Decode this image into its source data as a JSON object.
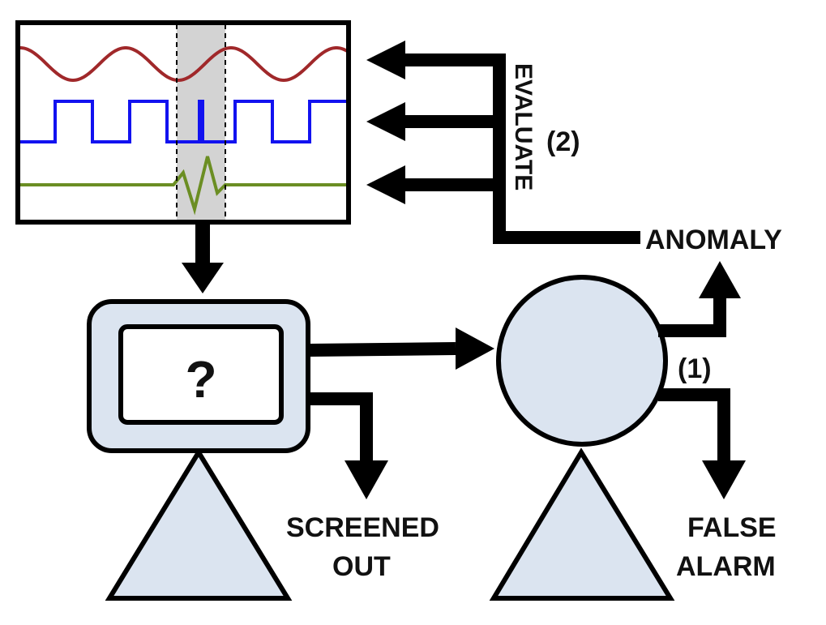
{
  "colors": {
    "fill": "#dbe4f0",
    "stroke": "#000000",
    "window_band": "#d3d3d3",
    "signal_sine": "#a0282a",
    "signal_square": "#1212f0",
    "signal_green": "#6b8e23"
  },
  "labels": {
    "evaluate": "EVALUATE",
    "step2": "(2)",
    "anomaly": "ANOMALY",
    "step1": "(1)",
    "screened_out_line1": "SCREENED",
    "screened_out_line2": "OUT",
    "false_alarm_line1": "FALSE",
    "false_alarm_line2": "ALARM",
    "question_mark": "?"
  }
}
